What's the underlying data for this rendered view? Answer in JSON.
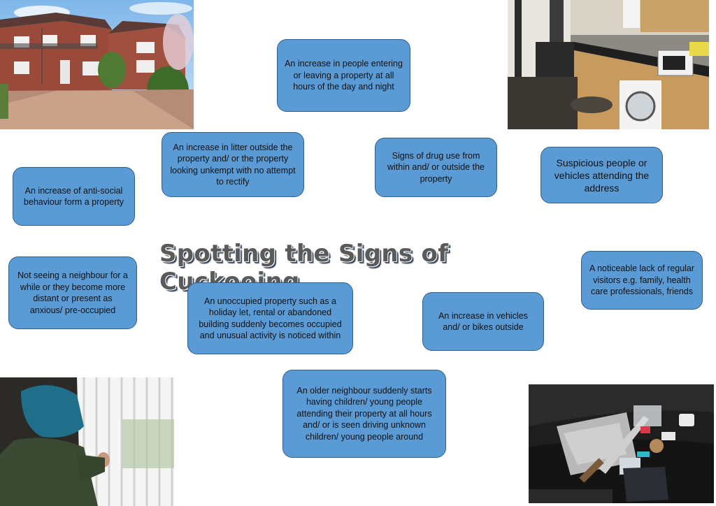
{
  "title": "Spotting the Signs of Cuckooing",
  "signs": {
    "people_hours": "An increase in people entering or leaving a property at all hours of the day and night",
    "litter": "An increase in litter outside the property and/ or the property looking unkempt with no attempt to rectify",
    "drug_use": "Signs of drug use from within and/ or outside the property",
    "suspicious": "Suspicious people or vehicles attending the address",
    "antisocial": "An increase of anti-social behaviour form a property",
    "neighbour": "Not seeing a neighbour for a while or they become more distant or present as anxious/ pre-occupied",
    "lack_visitors": "A noticeable lack of regular visitors e.g. family, health care professionals, friends",
    "unoccupied": "An unoccupied property such as a holiday let, rental or abandoned building suddenly becomes occupied and unusual activity is noticed within",
    "vehicles": "An increase in vehicles and/ or bikes outside",
    "older_neighbour": "An older neighbour suddenly starts having children/ young people attending their property at all hours and/ or is seen driving unknown children/ young people around"
  },
  "colors": {
    "box_fill": "#5b9bd5",
    "box_border": "#2f5f8f"
  }
}
